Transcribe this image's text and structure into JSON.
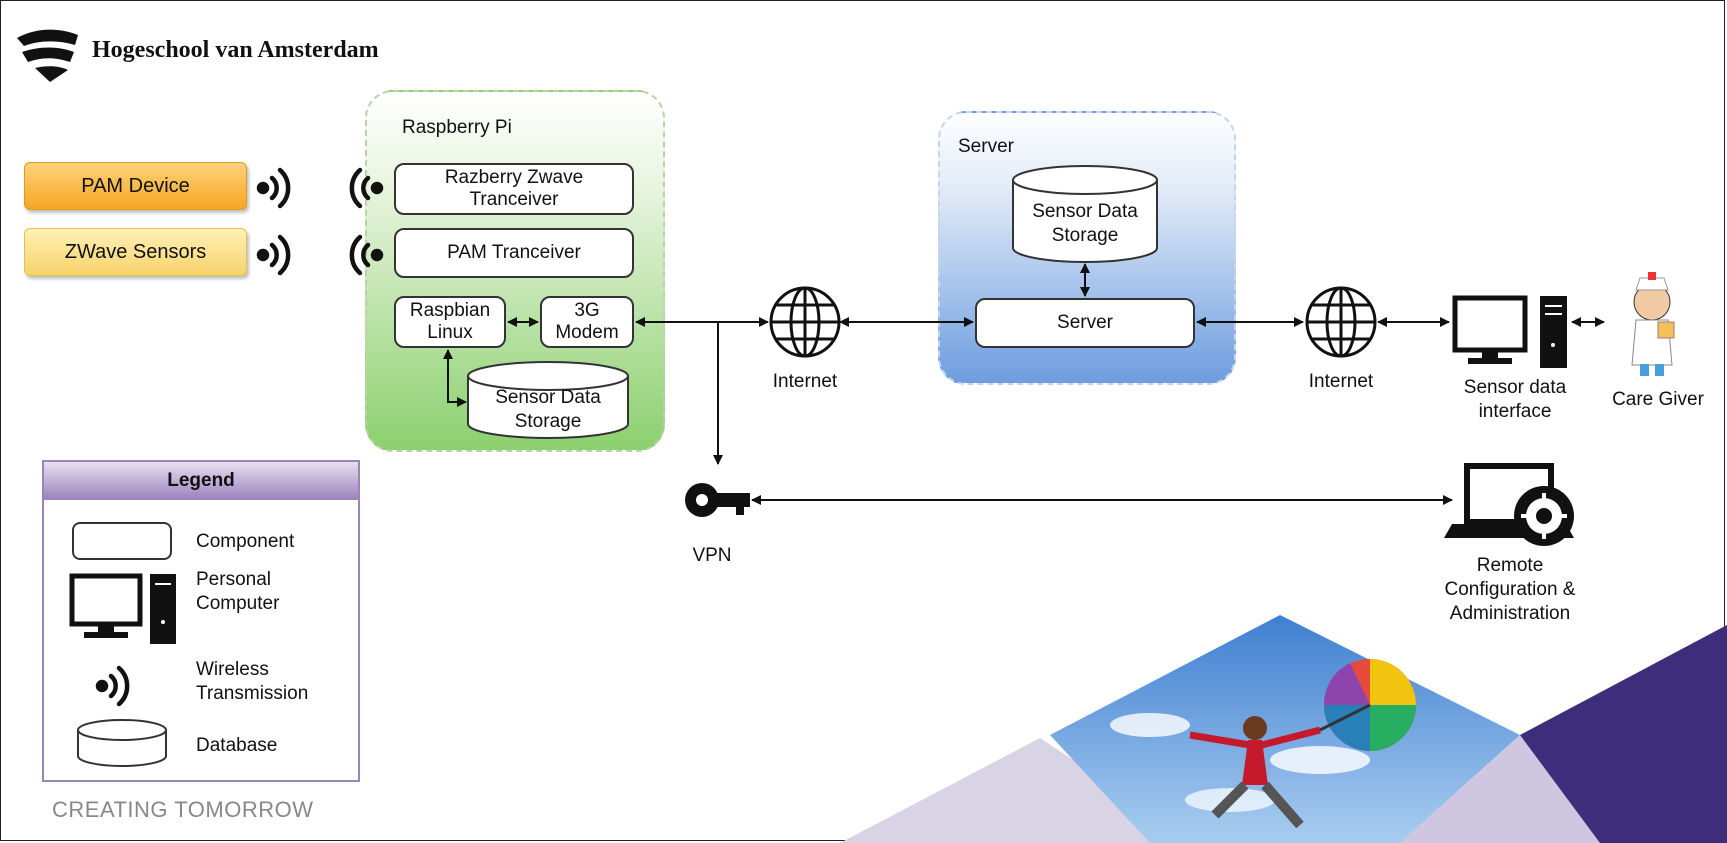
{
  "header": {
    "institution": "Hogeschool van Amsterdam"
  },
  "devices": {
    "pam_device": "PAM Device",
    "zwave_sensors": "ZWave Sensors"
  },
  "raspberry": {
    "title": "Raspberry Pi",
    "razberry_line1": "Razberry Zwave",
    "razberry_line2": "Tranceiver",
    "pam_tranceiver": "PAM Tranceiver",
    "raspbian_line1": "Raspbian",
    "raspbian_line2": "Linux",
    "modem_line1": "3G",
    "modem_line2": "Modem",
    "storage_line1": "Sensor Data",
    "storage_line2": "Storage"
  },
  "server": {
    "title": "Server",
    "storage_line1": "Sensor Data",
    "storage_line2": "Storage",
    "server_box": "Server"
  },
  "network": {
    "internet_left": "Internet",
    "internet_right": "Internet",
    "vpn": "VPN"
  },
  "clients": {
    "sensor_interface_line1": "Sensor data",
    "sensor_interface_line2": "interface",
    "care_giver": "Care Giver",
    "remote_line1": "Remote",
    "remote_line2": "Configuration &",
    "remote_line3": "Administration"
  },
  "legend": {
    "title": "Legend",
    "component": "Component",
    "pc_line1": "Personal",
    "pc_line2": "Computer",
    "wireless_line1": "Wireless",
    "wireless_line2": "Transmission",
    "database": "Database"
  },
  "footer": {
    "slogan": "CREATING TOMORROW"
  },
  "colors": {
    "pam_device": "#f5a623",
    "zwave_sensors": "#f7d26a",
    "pi_group": "#8cd06f",
    "server_group": "#6d9de0",
    "legend_border": "#9a86b5",
    "corner_purple": "#3d2d7a"
  },
  "icons": [
    "hva-logo-icon",
    "wireless-icon",
    "globe-icon",
    "key-icon",
    "computer-icon",
    "doctor-icon",
    "laptop-gear-icon",
    "database-icon"
  ]
}
